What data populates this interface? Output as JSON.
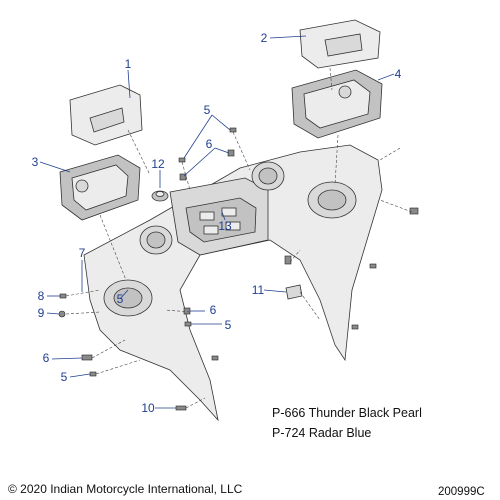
{
  "callouts": [
    {
      "num": "1"
    },
    {
      "num": "2"
    },
    {
      "num": "3"
    },
    {
      "num": "4"
    },
    {
      "num": "5"
    },
    {
      "num": "6"
    },
    {
      "num": "12"
    },
    {
      "num": "13"
    },
    {
      "num": "7"
    },
    {
      "num": "11"
    },
    {
      "num": "8"
    },
    {
      "num": "9"
    },
    {
      "num": "5"
    },
    {
      "num": "6"
    },
    {
      "num": "5"
    },
    {
      "num": "6"
    },
    {
      "num": "5"
    },
    {
      "num": "10"
    }
  ],
  "paint_codes": [
    "P-666 Thunder Black Pearl",
    "P-724 Radar Blue"
  ],
  "copyright": "© 2020 Indian Motorcycle International, LLC",
  "diagram_id": "200999C",
  "colors": {
    "callout": "#1f3f8f",
    "part_fill": "#d9d9d9",
    "outline": "#333333"
  }
}
